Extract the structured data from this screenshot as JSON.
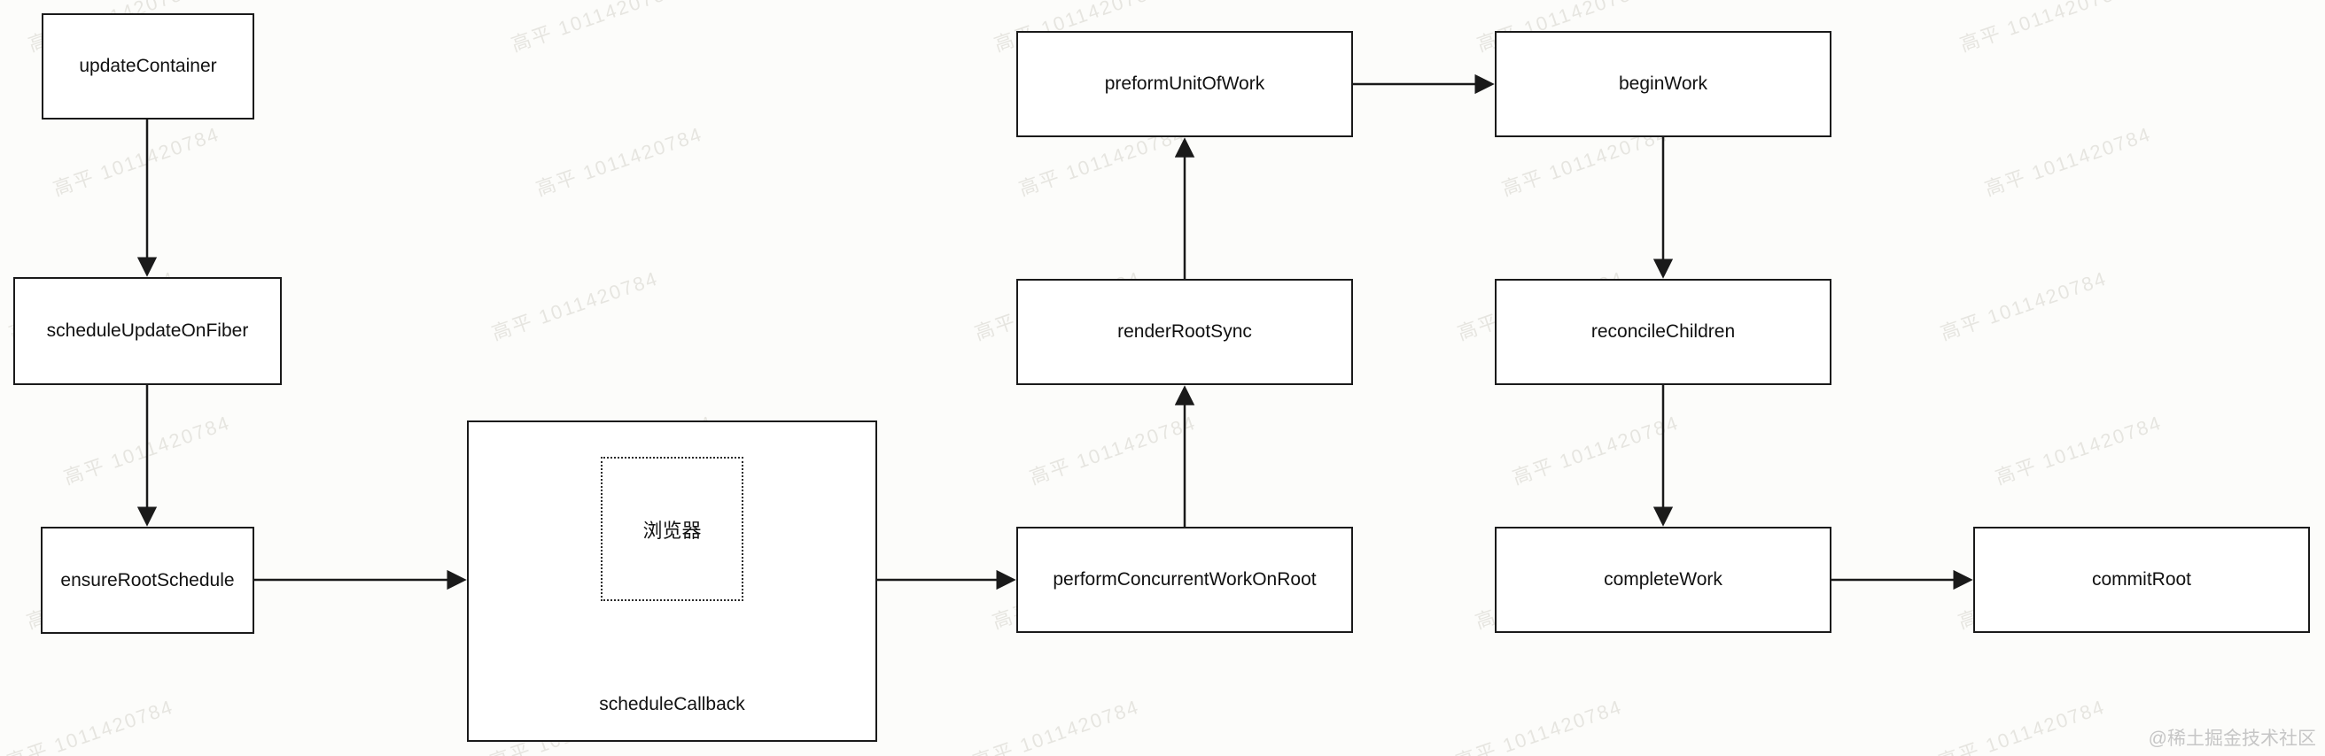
{
  "diagram": {
    "nodes": {
      "updateContainer": {
        "label": "updateContainer"
      },
      "scheduleUpdateOnFiber": {
        "label": "scheduleUpdateOnFiber"
      },
      "ensureRootSchedule": {
        "label": "ensureRootSchedule"
      },
      "scheduleCallback": {
        "label": "scheduleCallback",
        "browser_label": "浏览器"
      },
      "performConcurrentWorkOnRoot": {
        "label": "performConcurrentWorkOnRoot"
      },
      "renderRootSync": {
        "label": "renderRootSync"
      },
      "preformUnitOfWork": {
        "label": "preformUnitOfWork"
      },
      "beginWork": {
        "label": "beginWork"
      },
      "reconcileChildren": {
        "label": "reconcileChildren"
      },
      "completeWork": {
        "label": "completeWork"
      },
      "commitRoot": {
        "label": "commitRoot"
      }
    },
    "edges": [
      {
        "from": "updateContainer",
        "to": "scheduleUpdateOnFiber",
        "direction": "down"
      },
      {
        "from": "scheduleUpdateOnFiber",
        "to": "ensureRootSchedule",
        "direction": "down"
      },
      {
        "from": "ensureRootSchedule",
        "to": "scheduleCallback",
        "direction": "right"
      },
      {
        "from": "scheduleCallback",
        "to": "performConcurrentWorkOnRoot",
        "direction": "right"
      },
      {
        "from": "performConcurrentWorkOnRoot",
        "to": "renderRootSync",
        "direction": "up"
      },
      {
        "from": "renderRootSync",
        "to": "preformUnitOfWork",
        "direction": "up"
      },
      {
        "from": "preformUnitOfWork",
        "to": "beginWork",
        "direction": "right"
      },
      {
        "from": "beginWork",
        "to": "reconcileChildren",
        "direction": "down"
      },
      {
        "from": "reconcileChildren",
        "to": "completeWork",
        "direction": "down"
      },
      {
        "from": "completeWork",
        "to": "commitRoot",
        "direction": "right"
      }
    ]
  },
  "watermark": {
    "text": "高平 1011420784"
  },
  "credit": {
    "text": "@稀土掘金技术社区"
  },
  "colors": {
    "background": "#fcfcfa",
    "box_border": "#1a1a1a",
    "line": "#1a1a1a",
    "watermark": "#e3e0da",
    "credit": "#c6c6c6"
  }
}
